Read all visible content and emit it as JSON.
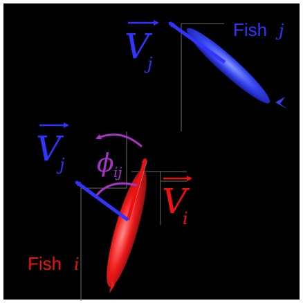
{
  "diagram": {
    "colors": {
      "background": "#000000",
      "frame": "#ffffff",
      "fish_j": "#3333ff",
      "fish_i": "#ee1111",
      "angle": "#aa33cc",
      "guide": "#6b6b6b"
    },
    "labels": {
      "fish_j_text": "Fish",
      "fish_j_sub": "j",
      "fish_i_text": "Fish",
      "fish_i_sub": "i",
      "vj_top_letter": "V",
      "vj_top_sub": "j",
      "vj_left_letter": "V",
      "vj_left_sub": "j",
      "vi_letter": "V",
      "vi_sub": "i",
      "phi_letter": "ϕ",
      "phi_sub": "ij"
    }
  }
}
